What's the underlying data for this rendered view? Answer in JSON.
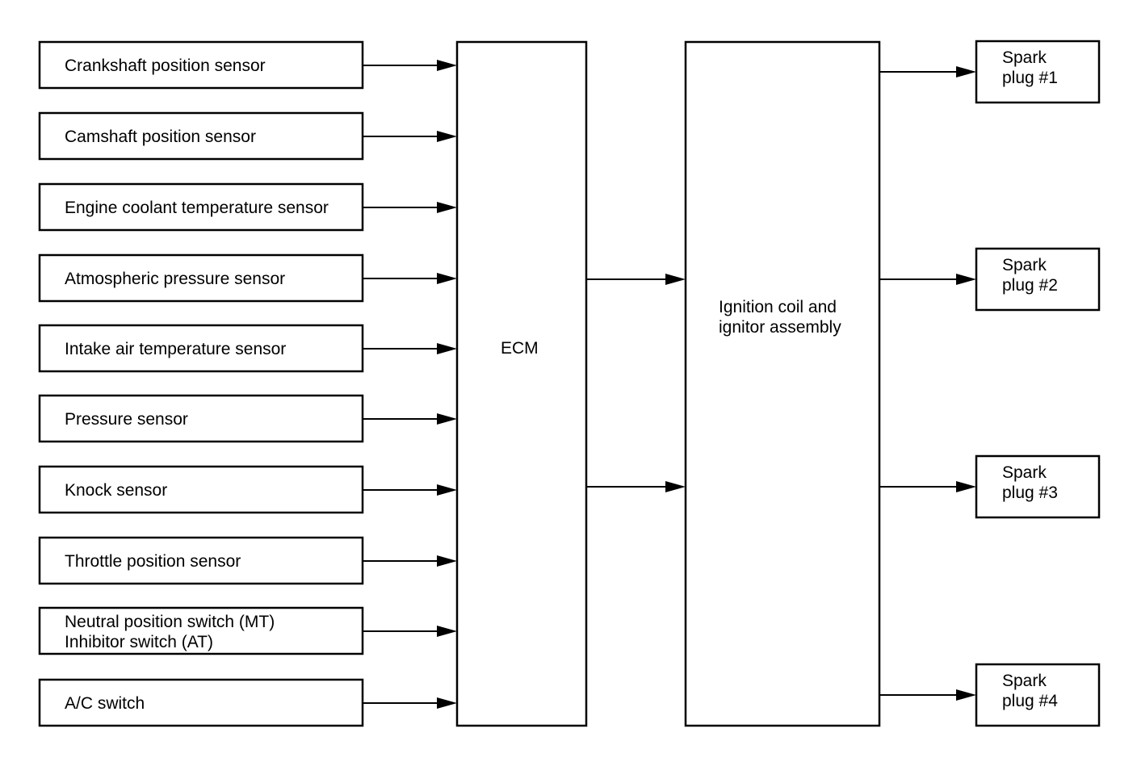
{
  "sensors": [
    {
      "lines": [
        "Crankshaft position sensor"
      ]
    },
    {
      "lines": [
        "Camshaft position sensor"
      ]
    },
    {
      "lines": [
        "Engine coolant temperature sensor"
      ]
    },
    {
      "lines": [
        "Atmospheric pressure sensor"
      ]
    },
    {
      "lines": [
        "Intake air temperature sensor"
      ]
    },
    {
      "lines": [
        "Pressure sensor"
      ]
    },
    {
      "lines": [
        "Knock sensor"
      ]
    },
    {
      "lines": [
        "Throttle position sensor"
      ]
    },
    {
      "lines": [
        "Neutral position switch (MT)",
        "Inhibitor switch (AT)"
      ]
    },
    {
      "lines": [
        "A/C switch"
      ]
    }
  ],
  "ecm": {
    "label": "ECM"
  },
  "ignition": {
    "lines": [
      "Ignition coil and",
      "ignitor assembly"
    ]
  },
  "spark_plugs": [
    {
      "lines": [
        "Spark",
        "plug #1"
      ]
    },
    {
      "lines": [
        "Spark",
        "plug #2"
      ]
    },
    {
      "lines": [
        "Spark",
        "plug #3"
      ]
    },
    {
      "lines": [
        "Spark",
        "plug #4"
      ]
    }
  ]
}
